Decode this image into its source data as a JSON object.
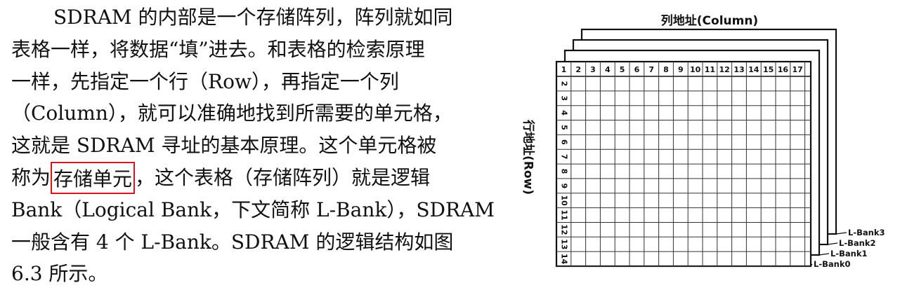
{
  "paragraph": {
    "lines": [
      [
        "SDRAM 的内部是一个存储阵列，阵列就如同"
      ],
      [
        "表格一样，将数据“填”进去。和表格的检索原理"
      ],
      [
        "一样，先指定一个行（Row），再指定一个列"
      ],
      [
        "（Column），就可以准确地找到所需要的单元格，"
      ],
      [
        "这就是 SDRAM 寻址的基本原理。这个单元格被"
      ],
      [
        "称为",
        "存储单元",
        "，这个表格（存储阵列）就是逻辑"
      ],
      [
        "Bank（Logical Bank，下文简称 L-Bank），SDRAM"
      ],
      [
        "一般含有 4 个 L-Bank。SDRAM 的逻辑结构如图"
      ],
      [
        "6.3 所示。"
      ]
    ],
    "highlight": {
      "text": "存储单元",
      "color": "#d8141c"
    }
  },
  "figure": {
    "column_title": "列地址(Column)",
    "row_title": "行地址(Row)",
    "column_numbers": [
      "1",
      "2",
      "3",
      "4",
      "5",
      "6",
      "7",
      "8",
      "9",
      "10",
      "11",
      "12",
      "13",
      "14",
      "15",
      "16",
      "17"
    ],
    "row_numbers": [
      "1",
      "2",
      "3",
      "4",
      "5",
      "6",
      "7",
      "8",
      "9",
      "10",
      "11",
      "12",
      "13",
      "14"
    ],
    "bank_labels": [
      "L-Bank3",
      "L-Bank2",
      "L-Bank1",
      "L-Bank0"
    ]
  }
}
